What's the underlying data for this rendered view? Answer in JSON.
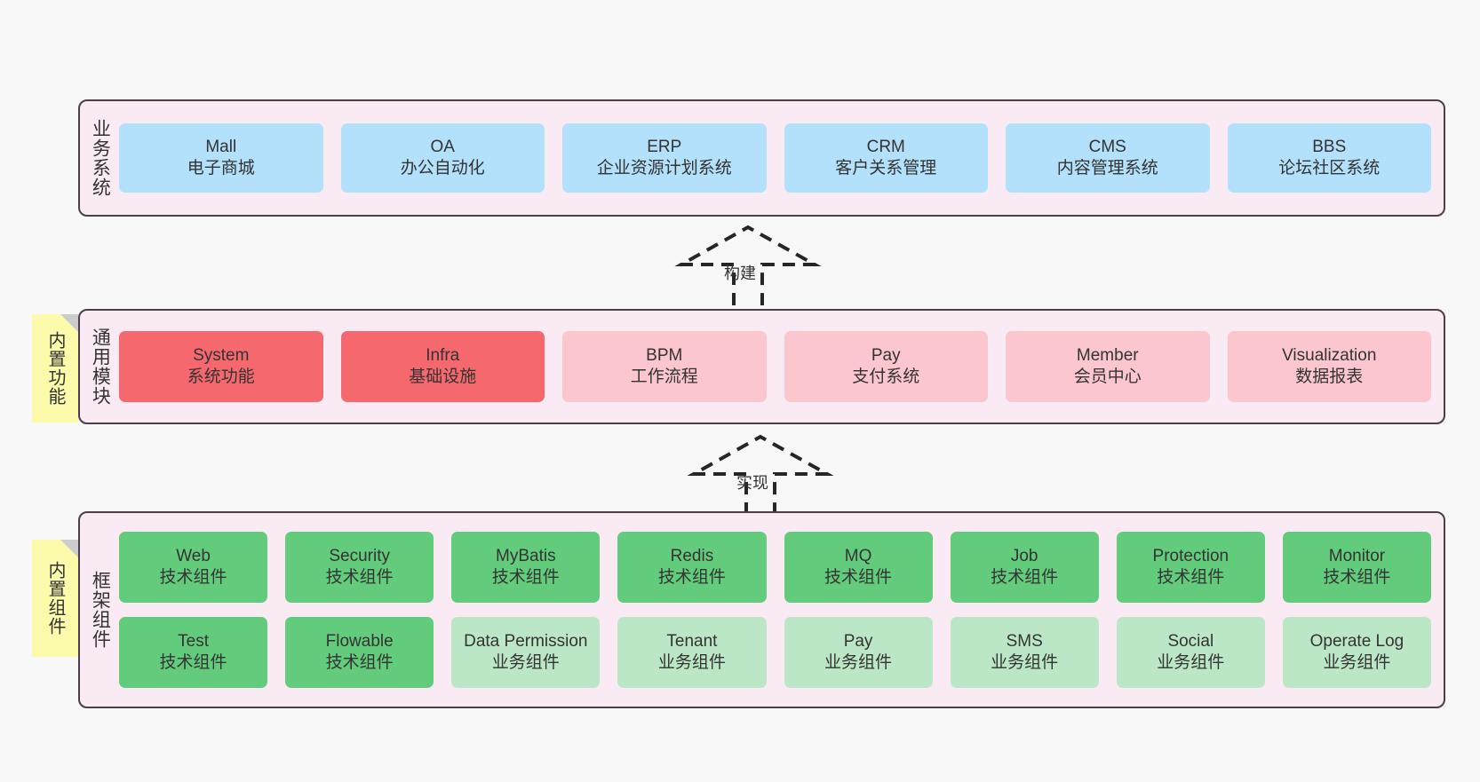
{
  "diagram": {
    "title": "",
    "colors": {
      "canvas": "#f8f8f8",
      "layer_fill": "#f9eaf3",
      "layer_border": "#4a3f4a",
      "blue": "#b3e0fb",
      "red": "#f4686e",
      "pink": "#fbc6cd",
      "green": "#63cc7c",
      "light_green": "#bce7c6",
      "tag_yellow": "#fcfbab",
      "tag_fold": "#cccccc"
    }
  },
  "layers": [
    {
      "id": "business",
      "label": "业务系统",
      "rows": [
        {
          "nodes": [
            {
              "en": "Mall",
              "cn": "电子商城",
              "color": "blue"
            },
            {
              "en": "OA",
              "cn": "办公自动化",
              "color": "blue"
            },
            {
              "en": "ERP",
              "cn": "企业资源计划系统",
              "color": "blue"
            },
            {
              "en": "CRM",
              "cn": "客户关系管理",
              "color": "blue"
            },
            {
              "en": "CMS",
              "cn": "内容管理系统",
              "color": "blue"
            },
            {
              "en": "BBS",
              "cn": "论坛社区系统",
              "color": "blue"
            }
          ]
        }
      ]
    },
    {
      "id": "common",
      "label": "通用模块",
      "tag": "内置功能",
      "rows": [
        {
          "nodes": [
            {
              "en": "System",
              "cn": "系统功能",
              "color": "red"
            },
            {
              "en": "Infra",
              "cn": "基础设施",
              "color": "red"
            },
            {
              "en": "BPM",
              "cn": "工作流程",
              "color": "pink"
            },
            {
              "en": "Pay",
              "cn": "支付系统",
              "color": "pink"
            },
            {
              "en": "Member",
              "cn": "会员中心",
              "color": "pink"
            },
            {
              "en": "Visualization",
              "cn": "数据报表",
              "color": "pink"
            }
          ]
        }
      ]
    },
    {
      "id": "framework",
      "label": "框架组件",
      "tag": "内置组件",
      "rows": [
        {
          "nodes": [
            {
              "en": "Web",
              "cn": "技术组件",
              "color": "green"
            },
            {
              "en": "Security",
              "cn": "技术组件",
              "color": "green"
            },
            {
              "en": "MyBatis",
              "cn": "技术组件",
              "color": "green"
            },
            {
              "en": "Redis",
              "cn": "技术组件",
              "color": "green"
            },
            {
              "en": "MQ",
              "cn": "技术组件",
              "color": "green"
            },
            {
              "en": "Job",
              "cn": "技术组件",
              "color": "green"
            },
            {
              "en": "Protection",
              "cn": "技术组件",
              "color": "green"
            },
            {
              "en": "Monitor",
              "cn": "技术组件",
              "color": "green"
            }
          ]
        },
        {
          "nodes": [
            {
              "en": "Test",
              "cn": "技术组件",
              "color": "green"
            },
            {
              "en": "Flowable",
              "cn": "技术组件",
              "color": "green"
            },
            {
              "en": "Data Permission",
              "cn": "业务组件",
              "color": "lgreen"
            },
            {
              "en": "Tenant",
              "cn": "业务组件",
              "color": "lgreen"
            },
            {
              "en": "Pay",
              "cn": "业务组件",
              "color": "lgreen"
            },
            {
              "en": "SMS",
              "cn": "业务组件",
              "color": "lgreen"
            },
            {
              "en": "Social",
              "cn": "业务组件",
              "color": "lgreen"
            },
            {
              "en": "Operate Log",
              "cn": "业务组件",
              "color": "lgreen"
            }
          ]
        }
      ]
    }
  ],
  "connectors": [
    {
      "id": "build",
      "label": "构建",
      "from": "common",
      "to": "business",
      "style": "dashed-generalization"
    },
    {
      "id": "impl",
      "label": "实现",
      "from": "framework",
      "to": "common",
      "style": "dashed-generalization"
    }
  ]
}
